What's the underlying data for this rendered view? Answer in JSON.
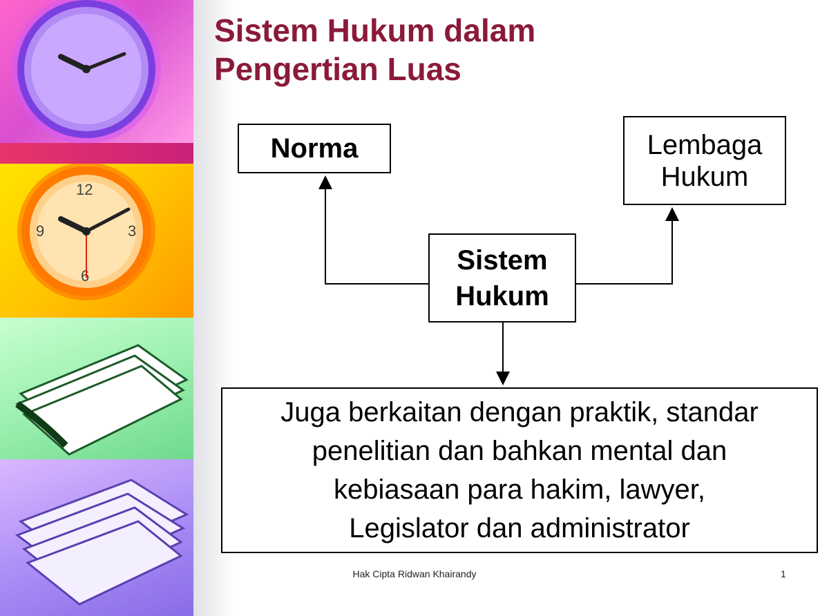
{
  "slide": {
    "title_line1": "Sistem Hukum dalam",
    "title_line2": "Pengertian Luas",
    "colors": {
      "title": "#8b1a3a",
      "line": "#000000"
    }
  },
  "diagram": {
    "center": {
      "line1": "Sistem",
      "line2": "Hukum"
    },
    "left": {
      "label": "Norma"
    },
    "right": {
      "line1": "Lembaga",
      "line2": "Hukum"
    },
    "bottom": {
      "line1": "Juga berkaitan dengan praktik, standar",
      "line2": "penelitian dan bahkan mental dan",
      "line3": "kebiasaan para hakim, lawyer,",
      "line4": "Legislator dan administrator"
    }
  },
  "footer": {
    "text": "Hak Cipta Ridwan Khairandy",
    "page": "1"
  },
  "decorations": [
    "purple-clock-image",
    "orange-clock-image",
    "green-papers-image",
    "violet-papers-image"
  ]
}
